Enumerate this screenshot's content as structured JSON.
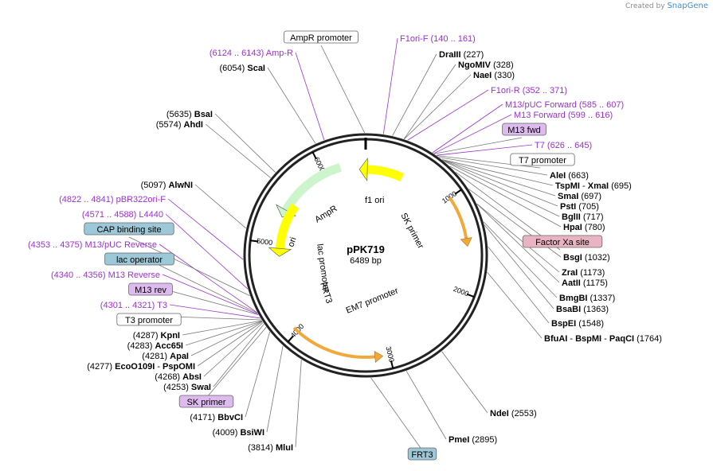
{
  "credit": {
    "prefix": "Created by",
    "brand": "SnapGene"
  },
  "plasmid": {
    "name": "pPK719",
    "length_label": "6489 bp",
    "total_bp": 6489
  },
  "colors": {
    "ring": "#222222",
    "site": "#000000",
    "primer": "#9933cc",
    "label_box_purple": "#ddbbee",
    "label_box_teal": "#9cc8d8",
    "label_box_pink": "#e8b4c4",
    "feature_green": "#ccf5cc",
    "feature_yellow": "#ffff00",
    "feature_orange": "#f2a93b",
    "feature_white": "#ffffff"
  },
  "ticks": [
    {
      "label": "1000",
      "bp": 1000
    },
    {
      "label": "2000",
      "bp": 2000
    },
    {
      "label": "3000",
      "bp": 3000
    },
    {
      "label": "4000",
      "bp": 4000
    },
    {
      "label": "5000",
      "bp": 5000
    },
    {
      "label": "6000",
      "bp": 6000
    }
  ],
  "features": [
    {
      "name": "f1 ori",
      "type": "arrow-ccw",
      "start": 20,
      "end": 450,
      "color": "#ffff00",
      "label": "f1 ori"
    },
    {
      "name": "AmpR",
      "type": "arrow-ccw",
      "start": 5400,
      "end": 6200,
      "color": "#ccf5cc",
      "label": "AmpR"
    },
    {
      "name": "ori",
      "type": "arrow-ccw",
      "start": 4950,
      "end": 5500,
      "color": "#ffff00",
      "label": "ori"
    },
    {
      "name": "Orange1",
      "type": "arrow-cw",
      "start": 1000,
      "end": 1450,
      "color": "#f2a93b",
      "label": ""
    },
    {
      "name": "Orange2",
      "type": "arrow-ccw",
      "start": 3150,
      "end": 4050,
      "color": "#f2a93b",
      "label": ""
    }
  ],
  "inner_labels": {
    "f1_ori": "f1 ori",
    "sk_primer": "SK primer",
    "ampr": "AmpR",
    "ori": "ori",
    "lac_promoter": "lac promoter",
    "frt3": "FRT3",
    "em7_promoter": "EM7 promoter"
  },
  "labels": [
    {
      "kind": "box-white",
      "text": "AmpR promoter"
    },
    {
      "kind": "primer",
      "name": "F1ori-F",
      "range": "(140 .. 161)"
    },
    {
      "kind": "site",
      "name": "DraIII",
      "pos": "(227)"
    },
    {
      "kind": "site",
      "name": "NgoMIV",
      "pos": "(328)"
    },
    {
      "kind": "site",
      "name": "NaeI",
      "pos": "(330)"
    },
    {
      "kind": "primer",
      "name": "F1ori-R",
      "range": "(352 .. 371)"
    },
    {
      "kind": "primer",
      "name": "M13/pUC Forward",
      "range": "(585 .. 607)"
    },
    {
      "kind": "primer",
      "name": "M13 Forward",
      "range": "(599 .. 616)"
    },
    {
      "kind": "box-purple",
      "text": "M13 fwd"
    },
    {
      "kind": "primer",
      "name": "T7",
      "range": "(626 .. 645)"
    },
    {
      "kind": "box-white",
      "text": "T7 promoter"
    },
    {
      "kind": "site",
      "name": "AleI",
      "pos": "(663)"
    },
    {
      "kind": "site2",
      "name": "TspMI",
      "name2": "XmaI",
      "pos": "(695)"
    },
    {
      "kind": "site",
      "name": "SmaI",
      "pos": "(697)"
    },
    {
      "kind": "site",
      "name": "PstI",
      "pos": "(705)"
    },
    {
      "kind": "site",
      "name": "BglII",
      "pos": "(717)"
    },
    {
      "kind": "site",
      "name": "HpaI",
      "pos": "(780)"
    },
    {
      "kind": "box-pink",
      "text": "Factor Xa site"
    },
    {
      "kind": "site",
      "name": "BsgI",
      "pos": "(1032)"
    },
    {
      "kind": "site",
      "name": "ZraI",
      "pos": "(1173)"
    },
    {
      "kind": "site",
      "name": "AatII",
      "pos": "(1175)"
    },
    {
      "kind": "site",
      "name": "BmgBI",
      "pos": "(1337)"
    },
    {
      "kind": "site",
      "name": "BsaBI",
      "pos": "(1363)"
    },
    {
      "kind": "site",
      "name": "BspEI",
      "pos": "(1548)"
    },
    {
      "kind": "site3",
      "name": "BfuAI",
      "name2": "BspMI",
      "name3": "PaqCI",
      "pos": "(1764)"
    },
    {
      "kind": "site",
      "name": "NdeI",
      "pos": "(2553)"
    },
    {
      "kind": "site",
      "name": "PmeI",
      "pos": "(2895)"
    },
    {
      "kind": "box-teal",
      "text": "FRT3"
    },
    {
      "kind": "site-left",
      "name": "MluI",
      "pos": "(3814)"
    },
    {
      "kind": "site-left",
      "name": "BsiWI",
      "pos": "(4009)"
    },
    {
      "kind": "site-left",
      "name": "BbvCI",
      "pos": "(4171)"
    },
    {
      "kind": "box-purple",
      "text": "SK primer"
    },
    {
      "kind": "site-left",
      "name": "SwaI",
      "pos": "(4253)"
    },
    {
      "kind": "site-left",
      "name": "AbsI",
      "pos": "(4268)"
    },
    {
      "kind": "site-left2",
      "name": "EcoO109I",
      "name2": "PspOMI",
      "pos": "(4277)"
    },
    {
      "kind": "site-left",
      "name": "ApaI",
      "pos": "(4281)"
    },
    {
      "kind": "site-left",
      "name": "Acc65I",
      "pos": "(4283)"
    },
    {
      "kind": "site-left",
      "name": "KpnI",
      "pos": "(4287)"
    },
    {
      "kind": "box-white",
      "text": "T3 promoter"
    },
    {
      "kind": "primer-left",
      "name": "T3",
      "range": "(4301 .. 4321)"
    },
    {
      "kind": "box-purple",
      "text": "M13 rev"
    },
    {
      "kind": "primer-left",
      "name": "M13 Reverse",
      "range": "(4340 .. 4356)"
    },
    {
      "kind": "box-teal",
      "text": "lac operator"
    },
    {
      "kind": "primer-left",
      "name": "M13/pUC Reverse",
      "range": "(4353 .. 4375)"
    },
    {
      "kind": "box-teal",
      "text": "CAP binding site"
    },
    {
      "kind": "primer-left",
      "name": "L4440",
      "range": "(4571 .. 4588)"
    },
    {
      "kind": "primer-left",
      "name": "pBR322ori-F",
      "range": "(4822 .. 4841)"
    },
    {
      "kind": "site-left",
      "name": "AlwNI",
      "pos": "(5097)"
    },
    {
      "kind": "site-left",
      "name": "AhdI",
      "pos": "(5574)"
    },
    {
      "kind": "site-left",
      "name": "BsaI",
      "pos": "(5635)"
    },
    {
      "kind": "site-left",
      "name": "ScaI",
      "pos": "(6054)"
    },
    {
      "kind": "primer-left",
      "name": "Amp-R",
      "range": "(6124 .. 6143)"
    }
  ]
}
